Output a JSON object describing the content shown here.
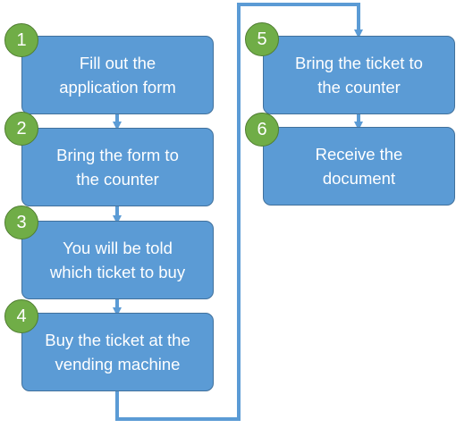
{
  "colors": {
    "box_fill": "#5b9bd5",
    "box_border": "#41719c",
    "badge_fill": "#70ad47",
    "badge_border": "#507e32",
    "connector": "#5b9bd5",
    "text": "#ffffff"
  },
  "steps": [
    {
      "number": "1",
      "text": "Fill out the\napplication form"
    },
    {
      "number": "2",
      "text": "Bring the form to\nthe counter"
    },
    {
      "number": "3",
      "text": "You will be told\nwhich ticket to buy"
    },
    {
      "number": "4",
      "text": "Buy the ticket at the\nvending machine"
    },
    {
      "number": "5",
      "text": "Bring the ticket to\nthe counter"
    },
    {
      "number": "6",
      "text": "Receive the\ndocument"
    }
  ]
}
